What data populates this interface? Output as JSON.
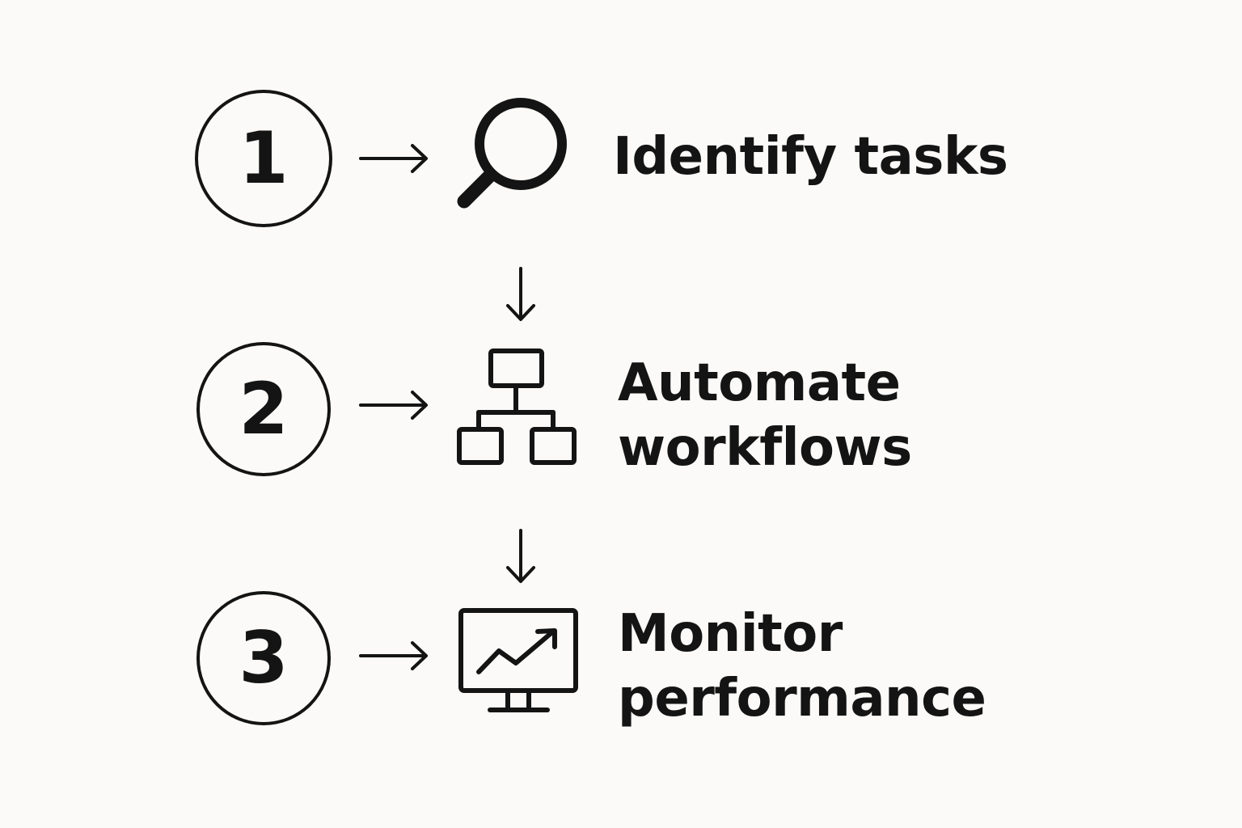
{
  "steps": [
    {
      "number": "1",
      "icon": "search-icon",
      "label_lines": [
        "Identify tasks"
      ]
    },
    {
      "number": "2",
      "icon": "hierarchy-icon",
      "label_lines": [
        "Automate",
        "workflows"
      ]
    },
    {
      "number": "3",
      "icon": "monitor-chart-icon",
      "label_lines": [
        "Monitor",
        "performance"
      ]
    }
  ],
  "colors": {
    "background": "#FBFAF8",
    "ink": "#141414"
  }
}
